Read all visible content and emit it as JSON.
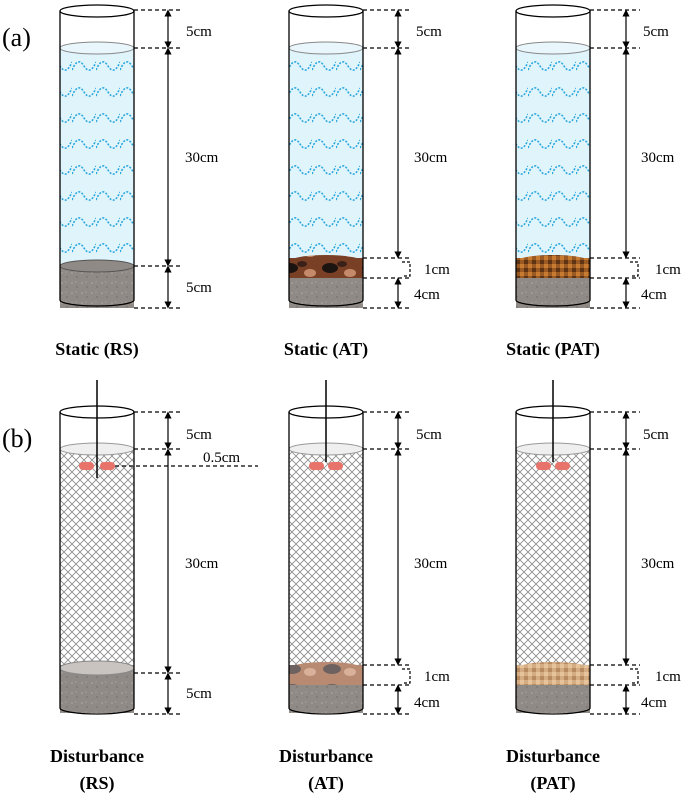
{
  "panels": {
    "a": "(a)",
    "b": "(b)"
  },
  "captions": {
    "static_rs": "Static (RS)",
    "static_at": "Static (AT)",
    "static_pat": "Static (PAT)",
    "dist_rs_1": "Disturbance",
    "dist_rs_2": "(RS)",
    "dist_at_1": "Disturbance",
    "dist_at_2": "(AT)",
    "dist_pat_1": "Disturbance",
    "dist_pat_2": "(PAT)"
  },
  "dims": {
    "top": "5cm",
    "water": "30cm",
    "sediment_rs": "5cm",
    "cap": "1cm",
    "sediment": "4cm",
    "probe_depth": "0.5cm"
  },
  "colors": {
    "water_bg": "#dff4fb",
    "water_wave": "#2fa9df",
    "mesh": "#7d7d7d",
    "sediment": "#8f8a86",
    "sediment_top": "#a9a39d",
    "sensor": "#e8736a",
    "cap_at": "#6b3a22",
    "cap_pat": "#9a5a22"
  }
}
